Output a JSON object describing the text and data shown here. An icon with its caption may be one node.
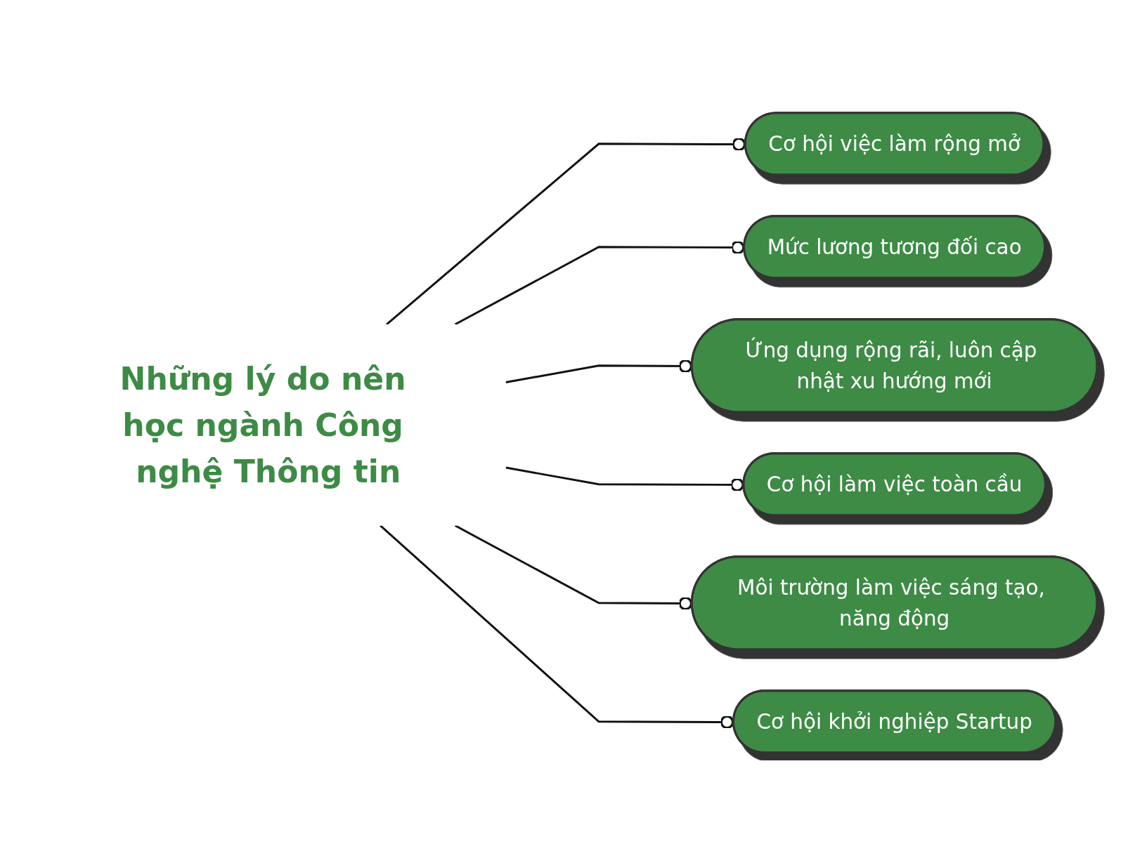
{
  "diagram": {
    "nodes": [
      {
        "text": [
          "Những lý do nên học ngành Công nghệ Thông tin"
        ]
      },
      {
        "text": [
          "Cơ hội việc làm rộng mở"
        ]
      },
      {
        "text": [
          "Mức lương tương đối cao"
        ]
      },
      {
        "text": [
          "Ứng dụng rộng rãi, luôn cập nhật xu hướng mới"
        ]
      },
      {
        "text": [
          "Cơ hội làm việc toàn cầu"
        ]
      },
      {
        "text": [
          "Môi trường làm việc sáng tạo, năng động"
        ]
      },
      {
        "text": [
          "Cơ hội khởi nghiệp Startup"
        ]
      }
    ],
    "edges": [
      {
        "from": 0,
        "to": 1,
        "arrow": "other"
      },
      {
        "from": 0,
        "to": 2,
        "arrow": "other"
      },
      {
        "from": 0,
        "to": 3,
        "arrow": "other"
      },
      {
        "from": 0,
        "to": 4,
        "arrow": "other"
      },
      {
        "from": 0,
        "to": 5,
        "arrow": "other"
      },
      {
        "from": 0,
        "to": 6,
        "arrow": "other"
      }
    ]
  }
}
